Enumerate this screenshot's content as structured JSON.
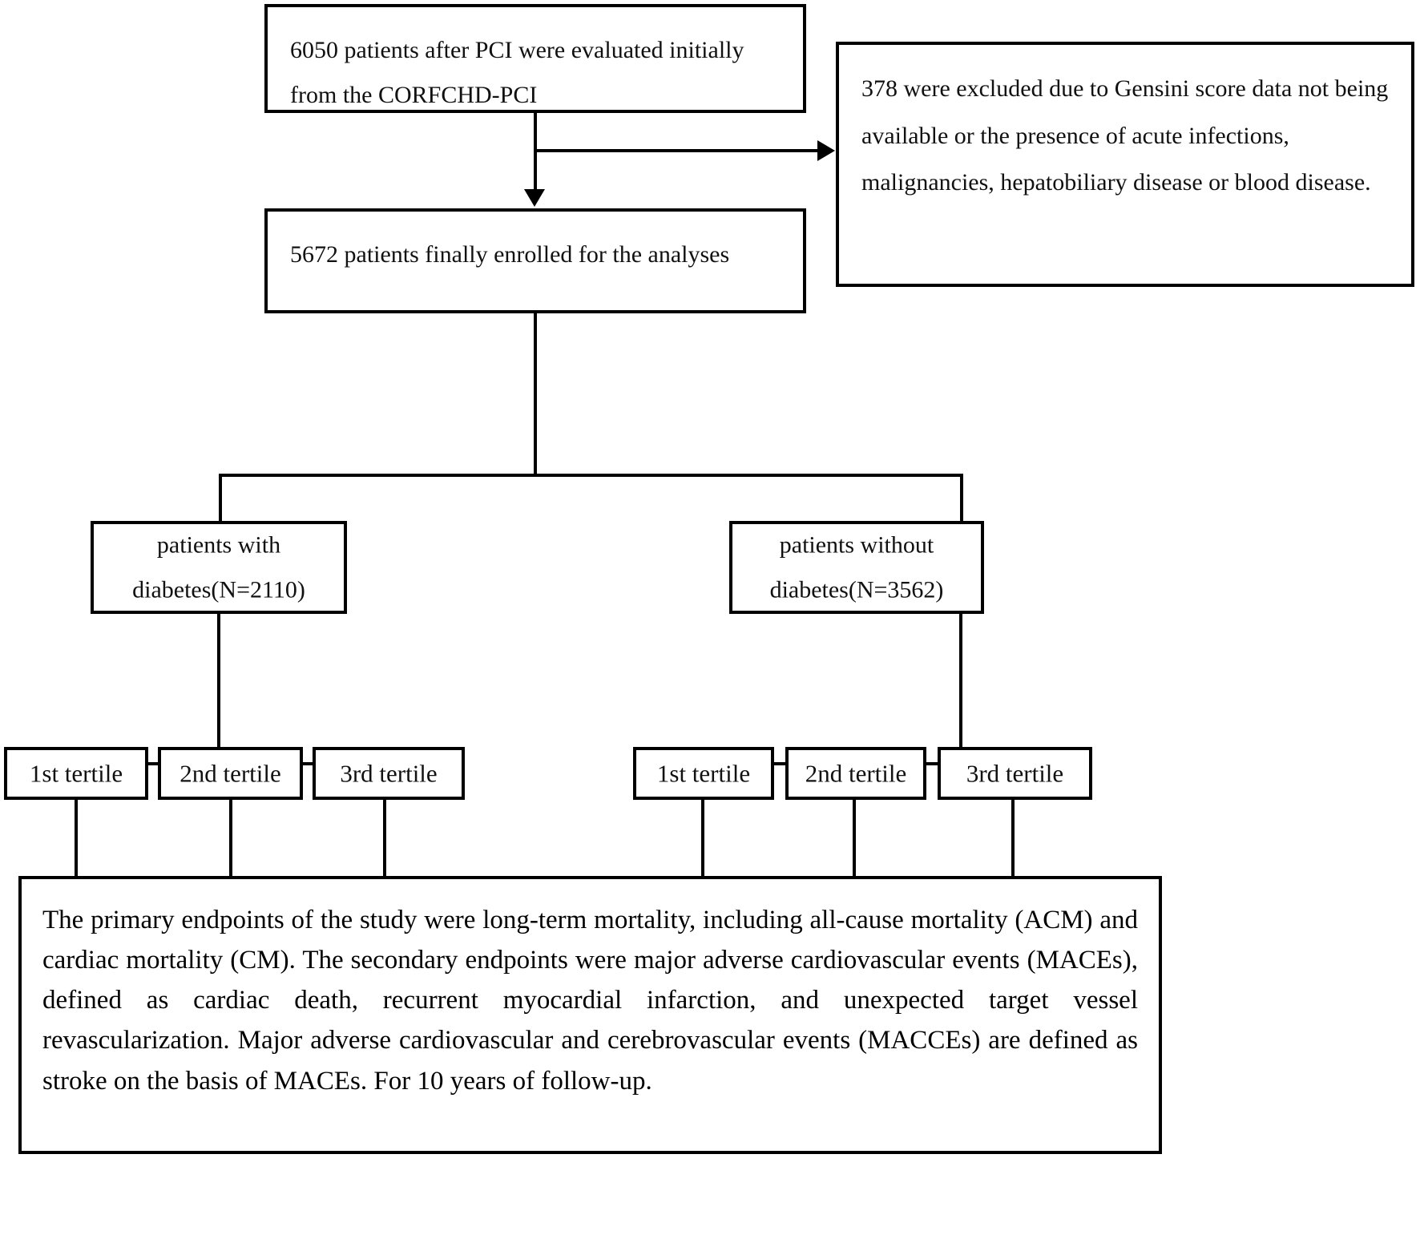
{
  "diagram": {
    "type": "study-flow-diagram",
    "nodes": {
      "initial": {
        "text": "6050 patients after PCI were evaluated initially from the CORFCHD-PCI",
        "count": 6050
      },
      "excluded": {
        "text": "378 were excluded due to Gensini score data not being available or the presence of acute infections, malignancies, hepatobiliary disease or blood disease.",
        "count": 378
      },
      "enrolled": {
        "text": "5672 patients finally enrolled for the analyses",
        "count": 5672
      },
      "diabetes": {
        "line1": "patients with",
        "line2": "diabetes(N=2110)",
        "count": 2110
      },
      "no_diabetes": {
        "line1": "patients without",
        "line2": "diabetes(N=3562)",
        "count": 3562
      },
      "tertiles_diabetes": [
        {
          "label": "1st tertile"
        },
        {
          "label": "2nd tertile"
        },
        {
          "label": "3rd tertile"
        }
      ],
      "tertiles_no_diabetes": [
        {
          "label": "1st tertile"
        },
        {
          "label": "2nd tertile"
        },
        {
          "label": "3rd tertile"
        }
      ],
      "endpoints": {
        "text": "The primary endpoints of the study were long-term mortality, including all-cause mortality (ACM) and cardiac mortality (CM). The secondary endpoints were major adverse cardiovascular events (MACEs), defined as cardiac death, recurrent myocardial infarction, and unexpected target vessel revascularization. Major adverse cardiovascular and cerebrovascular events (MACCEs) are defined as stroke on the basis of MACEs. For 10 years of follow-up."
      }
    },
    "colors": {
      "stroke": "#000000",
      "fill": "#ffffff",
      "text": "#000000"
    }
  }
}
